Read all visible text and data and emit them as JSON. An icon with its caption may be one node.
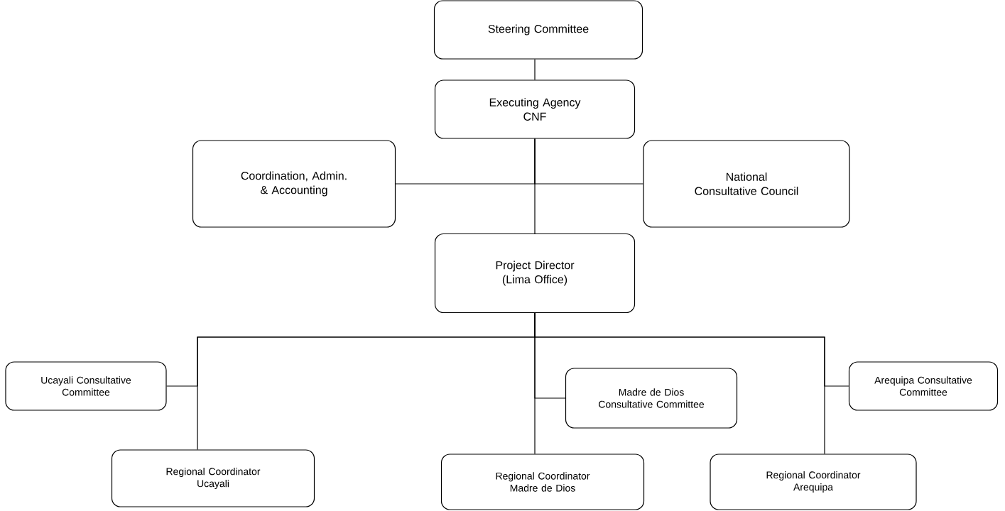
{
  "diagram": {
    "nodes": [
      {
        "text": [
          "Steering Committee"
        ]
      },
      {
        "text": [
          "Executing Agency",
          "CNF"
        ]
      },
      {
        "text": [
          "Coordination, Admin. & Accounting"
        ]
      },
      {
        "text": [
          "National Consultative Council"
        ]
      },
      {
        "text": [
          "Project Director",
          "(Lima Office)"
        ]
      },
      {
        "text": [
          "Ucayali Consultative Committee"
        ]
      },
      {
        "text": [
          "Madre de Dios Consultative Committee"
        ]
      },
      {
        "text": [
          "Arequipa Consultative Committee"
        ]
      },
      {
        "text": [
          "Regional Coordinator",
          "Ucayali"
        ]
      },
      {
        "text": [
          "Regional Coordinator",
          "Madre de Dios"
        ]
      },
      {
        "text": [
          "Regional Coordinator",
          "Arequipa"
        ]
      }
    ],
    "edges": [
      {
        "from": 0,
        "to": 1,
        "arrow": "none"
      },
      {
        "from": 1,
        "to": 2,
        "arrow": "none"
      },
      {
        "from": 1,
        "to": 3,
        "arrow": "none"
      },
      {
        "from": 1,
        "to": 4,
        "arrow": "none"
      },
      {
        "from": 4,
        "to": 8,
        "arrow": "none"
      },
      {
        "from": 4,
        "to": 5,
        "arrow": "none"
      },
      {
        "from": 4,
        "to": 9,
        "arrow": "none"
      },
      {
        "from": 4,
        "to": 6,
        "arrow": "none"
      },
      {
        "from": 4,
        "to": 10,
        "arrow": "none"
      },
      {
        "from": 4,
        "to": 7,
        "arrow": "none"
      }
    ]
  }
}
